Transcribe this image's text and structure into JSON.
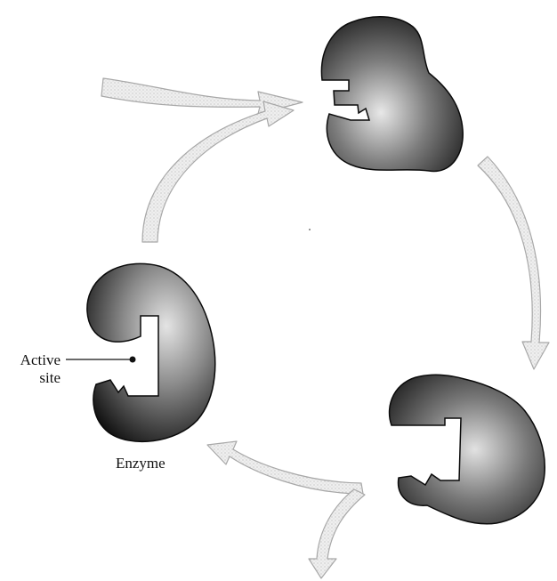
{
  "labels": {
    "active_site_line1": "Active",
    "active_site_line2": "site",
    "enzyme": "Enzyme"
  },
  "colors": {
    "enzyme_dark": "#111111",
    "enzyme_mid": "#6a6a6a",
    "enzyme_highlight": "#e4e4e4",
    "arrow_fill": "#ededed",
    "arrow_stroke": "#a8a8a8"
  }
}
